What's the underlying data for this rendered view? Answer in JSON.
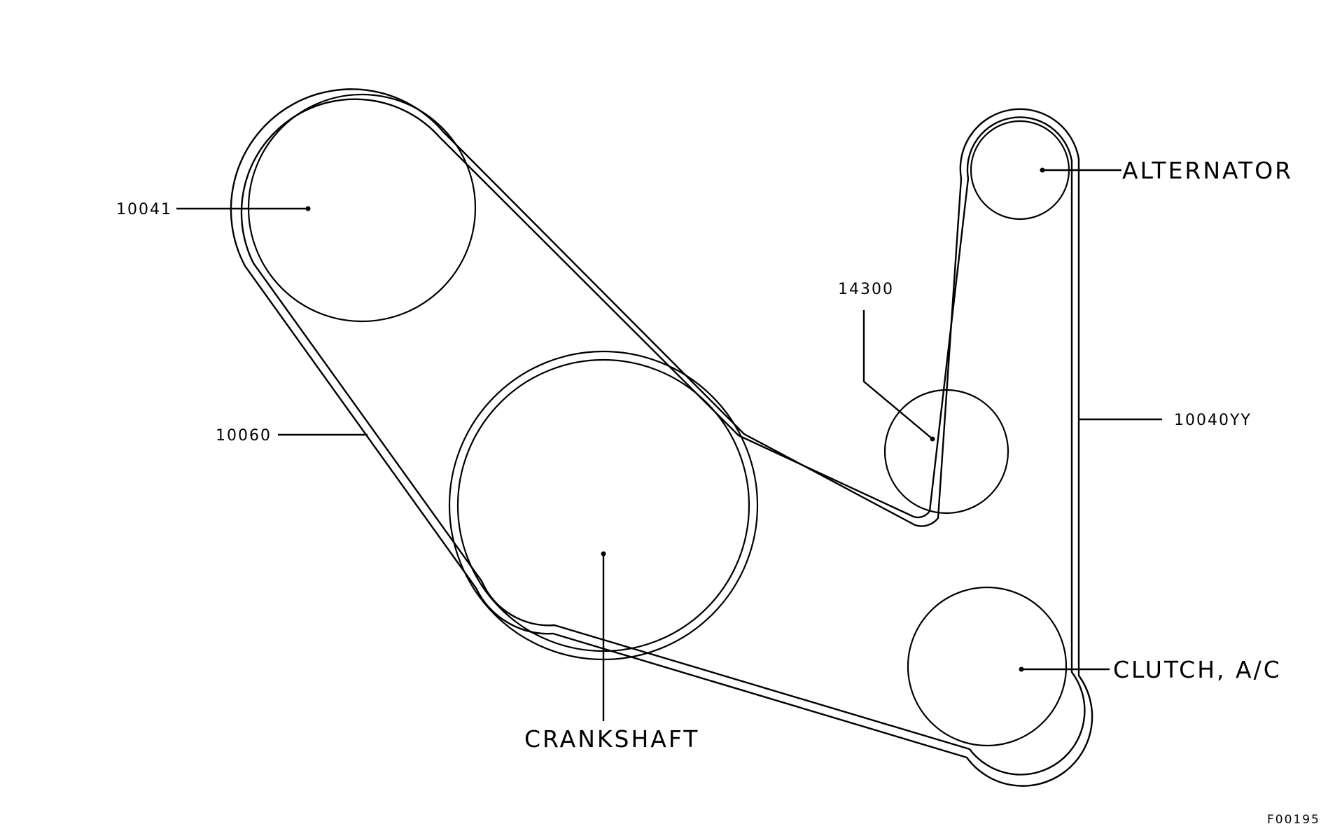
{
  "labels": {
    "part_10041": "10041",
    "part_10060": "10060",
    "part_14300": "14300",
    "part_10040yy": "10040YY",
    "alternator": "ALTERNATOR",
    "clutch_ac": "CLUTCH, A/C",
    "crankshaft": "CRANKSHAFT",
    "figure_code": "F00195"
  },
  "colors": {
    "line": "#000000",
    "background": "#ffffff"
  }
}
